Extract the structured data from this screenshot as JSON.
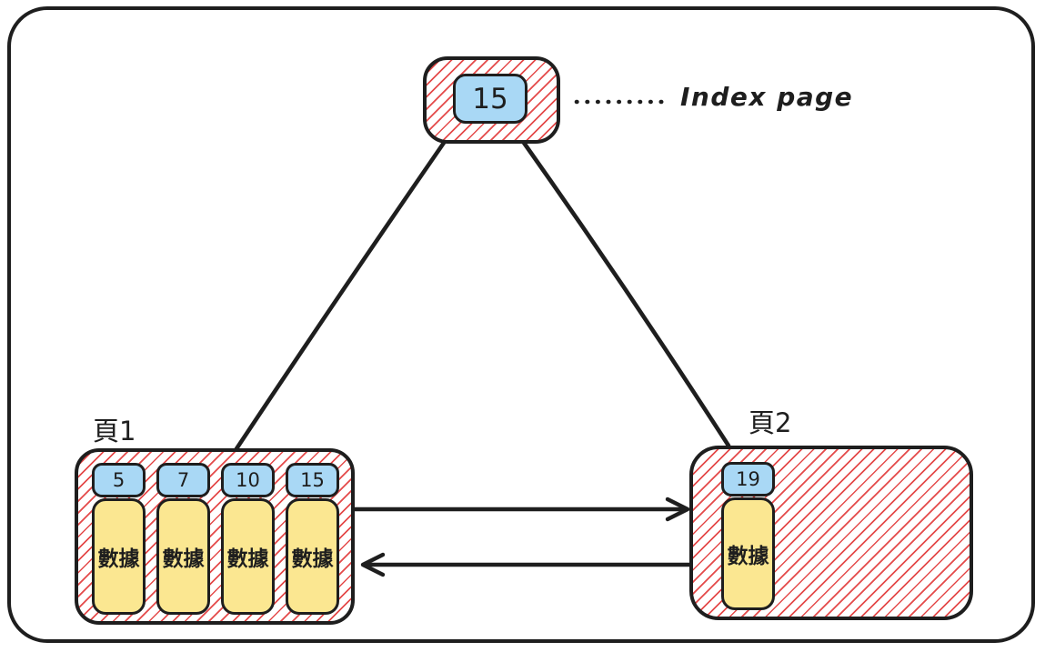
{
  "diagram": {
    "type": "btree-index-structure",
    "annotation": "Index page"
  },
  "colors": {
    "stroke": "#1e1e1e",
    "hatch_red": "#e03131",
    "key_fill_blue": "#a9d8f5",
    "data_fill_yellow": "#fbe791",
    "background": "#ffffff"
  },
  "index_page": {
    "key": "15",
    "annotation": "Index page"
  },
  "pages": [
    {
      "label": "頁1",
      "slots": [
        {
          "key": "5",
          "data": "數據"
        },
        {
          "key": "7",
          "data": "數據"
        },
        {
          "key": "10",
          "data": "數據"
        },
        {
          "key": "15",
          "data": "數據"
        }
      ]
    },
    {
      "label": "頁2",
      "slots": [
        {
          "key": "19",
          "data": "數據"
        }
      ]
    }
  ],
  "edges": [
    {
      "from": "Index page",
      "to": "頁1"
    },
    {
      "from": "Index page",
      "to": "頁2"
    },
    {
      "from": "頁1",
      "to": "頁2",
      "arrow": "right"
    },
    {
      "from": "頁2",
      "to": "頁1",
      "arrow": "left"
    }
  ]
}
